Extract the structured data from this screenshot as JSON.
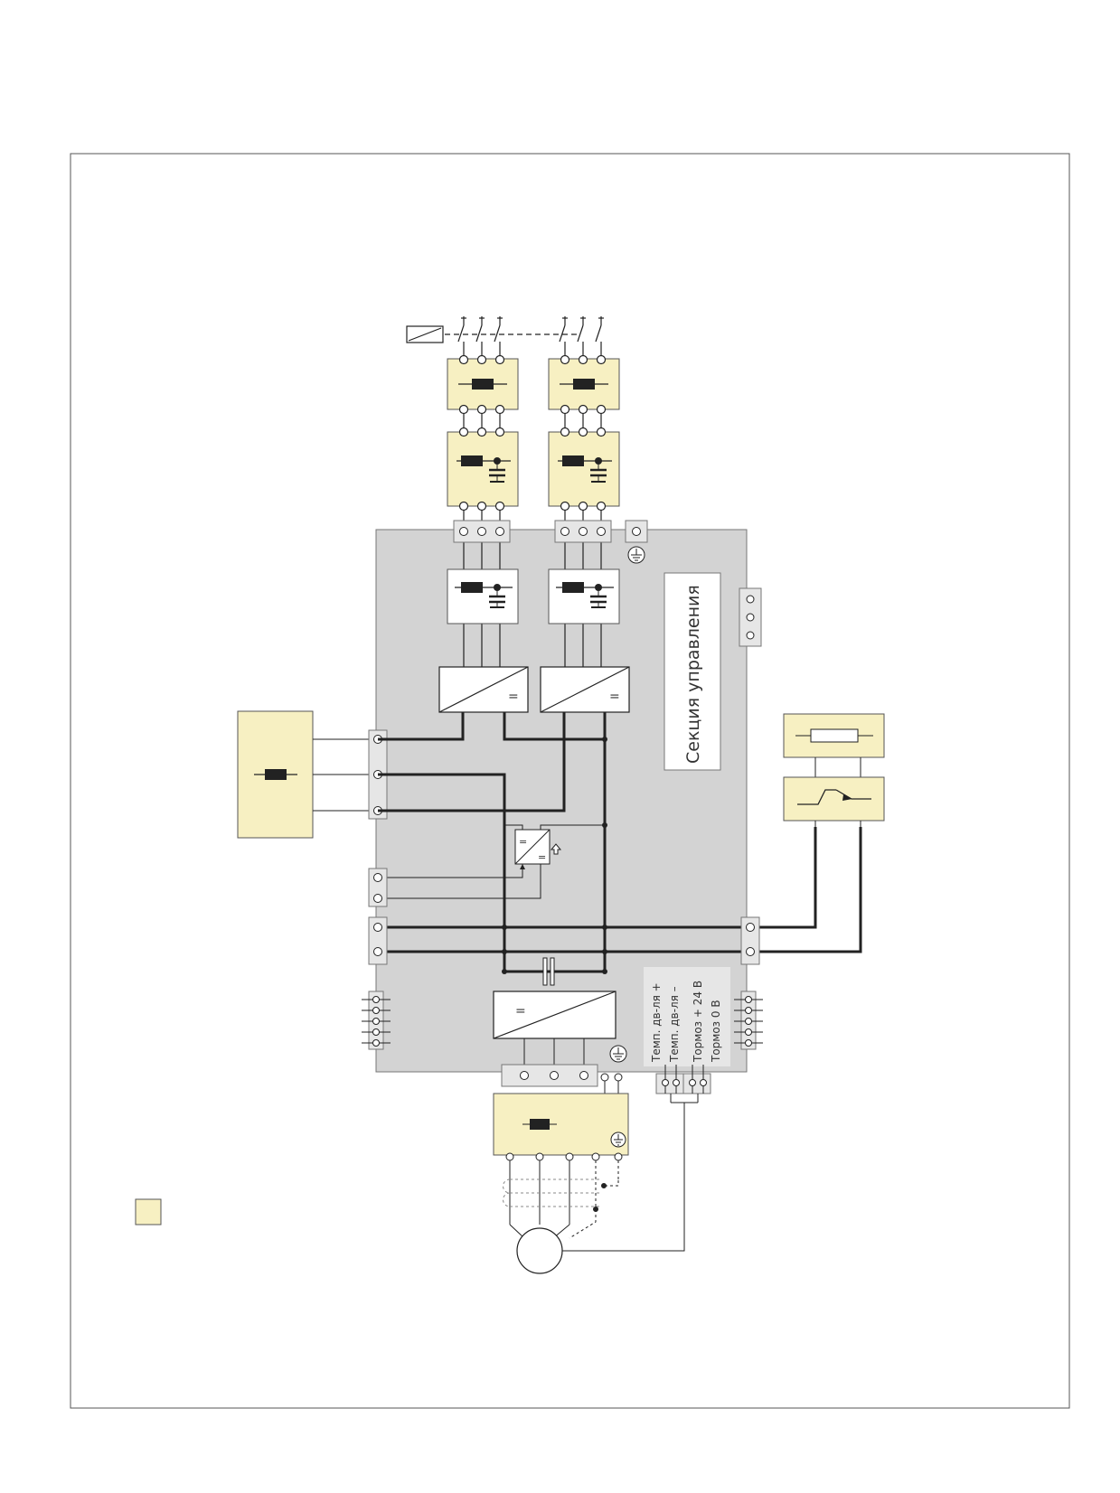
{
  "control_section": {
    "label": "Секция управления"
  },
  "motor_terminals": {
    "temp_plus": "Темп. дв-ля +",
    "temp_minus": "Темп. дв-ля –",
    "brake_plus": "Тормоз + 24 В",
    "brake_zero": "Тормоз 0 В"
  },
  "symbols": {
    "dc_mark": "=",
    "ground": "ground-icon"
  },
  "colors": {
    "option_fill": "#f7f0c2",
    "cabinet_fill": "#d3d3d3",
    "line": "#222222"
  }
}
